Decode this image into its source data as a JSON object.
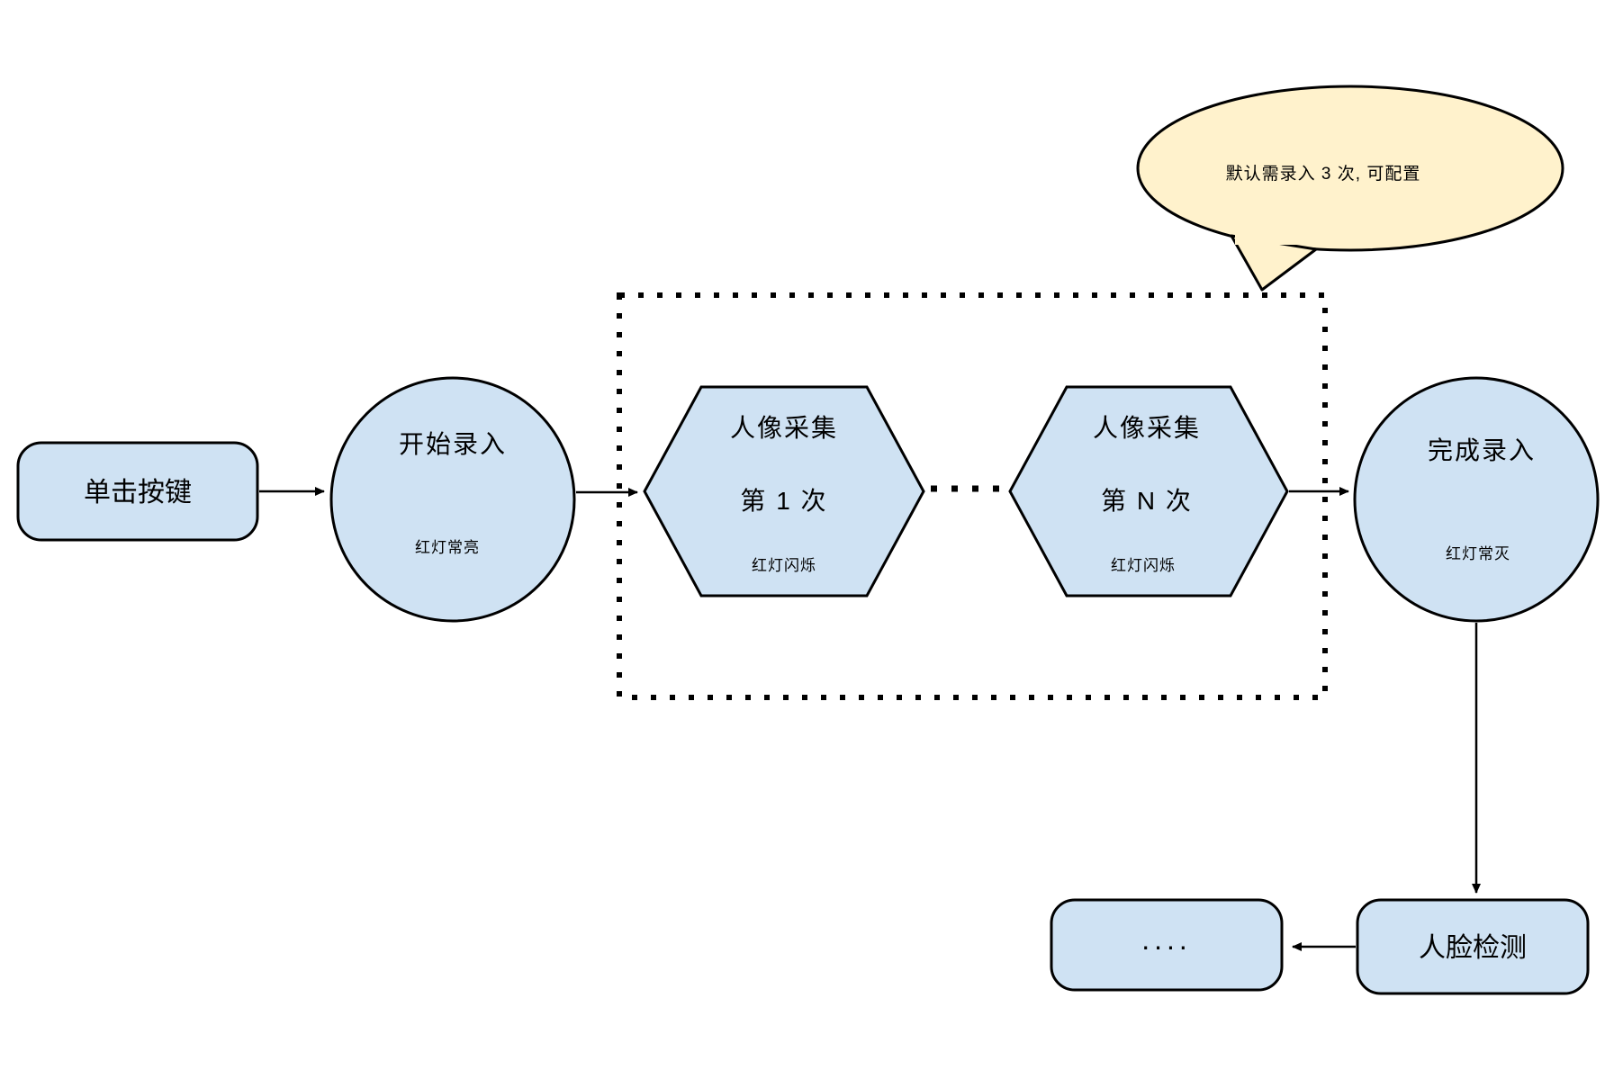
{
  "diagram": {
    "colors": {
      "node_fill": "#cfe2f3",
      "callout_fill": "#fff2cc",
      "stroke": "#000000",
      "background": "#ffffff"
    },
    "nodes": {
      "click_button": {
        "label": "单击按键"
      },
      "start_entry": {
        "title": "开始录入",
        "subtitle": "红灯常亮"
      },
      "capture_first": {
        "title": "人像采集",
        "line2": "第 1 次",
        "subtitle": "红灯闪烁"
      },
      "capture_nth": {
        "title": "人像采集",
        "line2": "第 N 次",
        "subtitle": "红灯闪烁"
      },
      "finish_entry": {
        "title": "完成录入",
        "subtitle": "红灯常灭"
      },
      "face_detect": {
        "label": "人脸检测"
      },
      "ellipsis_box": {
        "label": "...."
      },
      "callout": {
        "text": "默认需录入 3 次, 可配置"
      }
    }
  }
}
